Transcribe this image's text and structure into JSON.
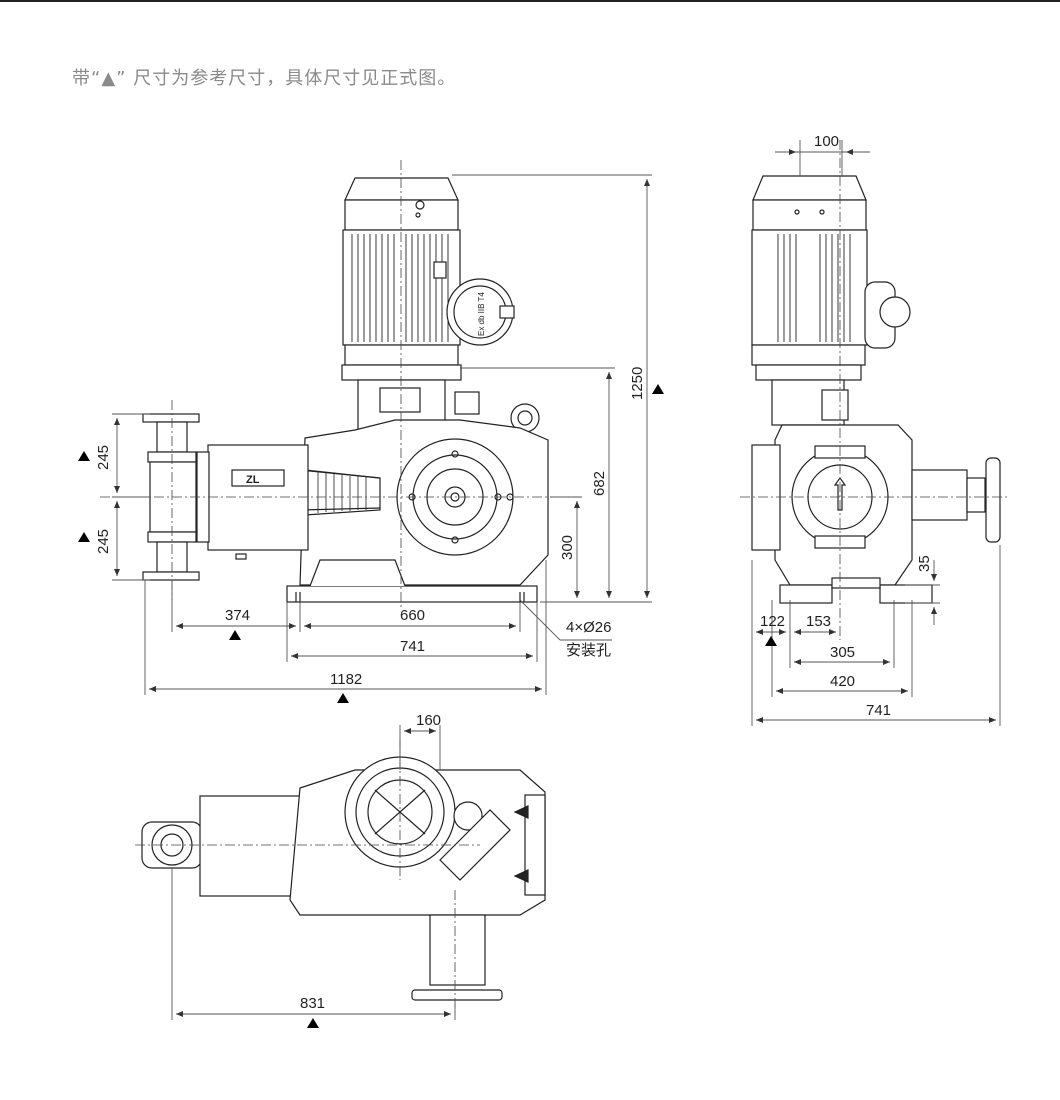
{
  "note": "带“▲” 尺寸为参考尺寸，具体尺寸见正式图。",
  "front_view": {
    "dims": {
      "d245_top": "245",
      "d245_bottom": "245",
      "d374": "374",
      "d660": "660",
      "d741": "741",
      "d1182": "1182",
      "d300": "300",
      "d682": "682",
      "d1250": "1250"
    },
    "holes": "4×Ø26",
    "holes_note": "安装孔",
    "nameplate_logo": "ZL"
  },
  "side_view": {
    "dims": {
      "d100": "100",
      "d122": "122",
      "d153": "153",
      "d305": "305",
      "d420": "420",
      "d741": "741",
      "d35": "35"
    },
    "junction_box_text": "Ex db IIB T4"
  },
  "top_view": {
    "dims": {
      "d160": "160",
      "d831": "831"
    }
  },
  "colors": {
    "line": "#222222",
    "dim_line": "#555555",
    "note": "#8a8a8a"
  }
}
